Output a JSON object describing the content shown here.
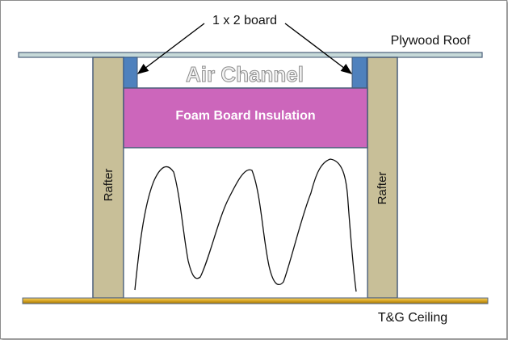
{
  "labels": {
    "board": "1 x 2 board",
    "roof": "Plywood Roof",
    "air_channel": "Air Channel",
    "foam": "Foam Board Insulation",
    "rafter_left": "Rafter",
    "rafter_right": "Rafter",
    "ceiling": "T&G Ceiling"
  },
  "colors": {
    "roof": "#c6d9d8",
    "rafter": "#c8bf98",
    "board": "#4f81bd",
    "foam": "#cc66bb",
    "ceiling": "#d9a520",
    "outline": "#4a5f7a",
    "air_channel_text": "#f2f2f2"
  }
}
